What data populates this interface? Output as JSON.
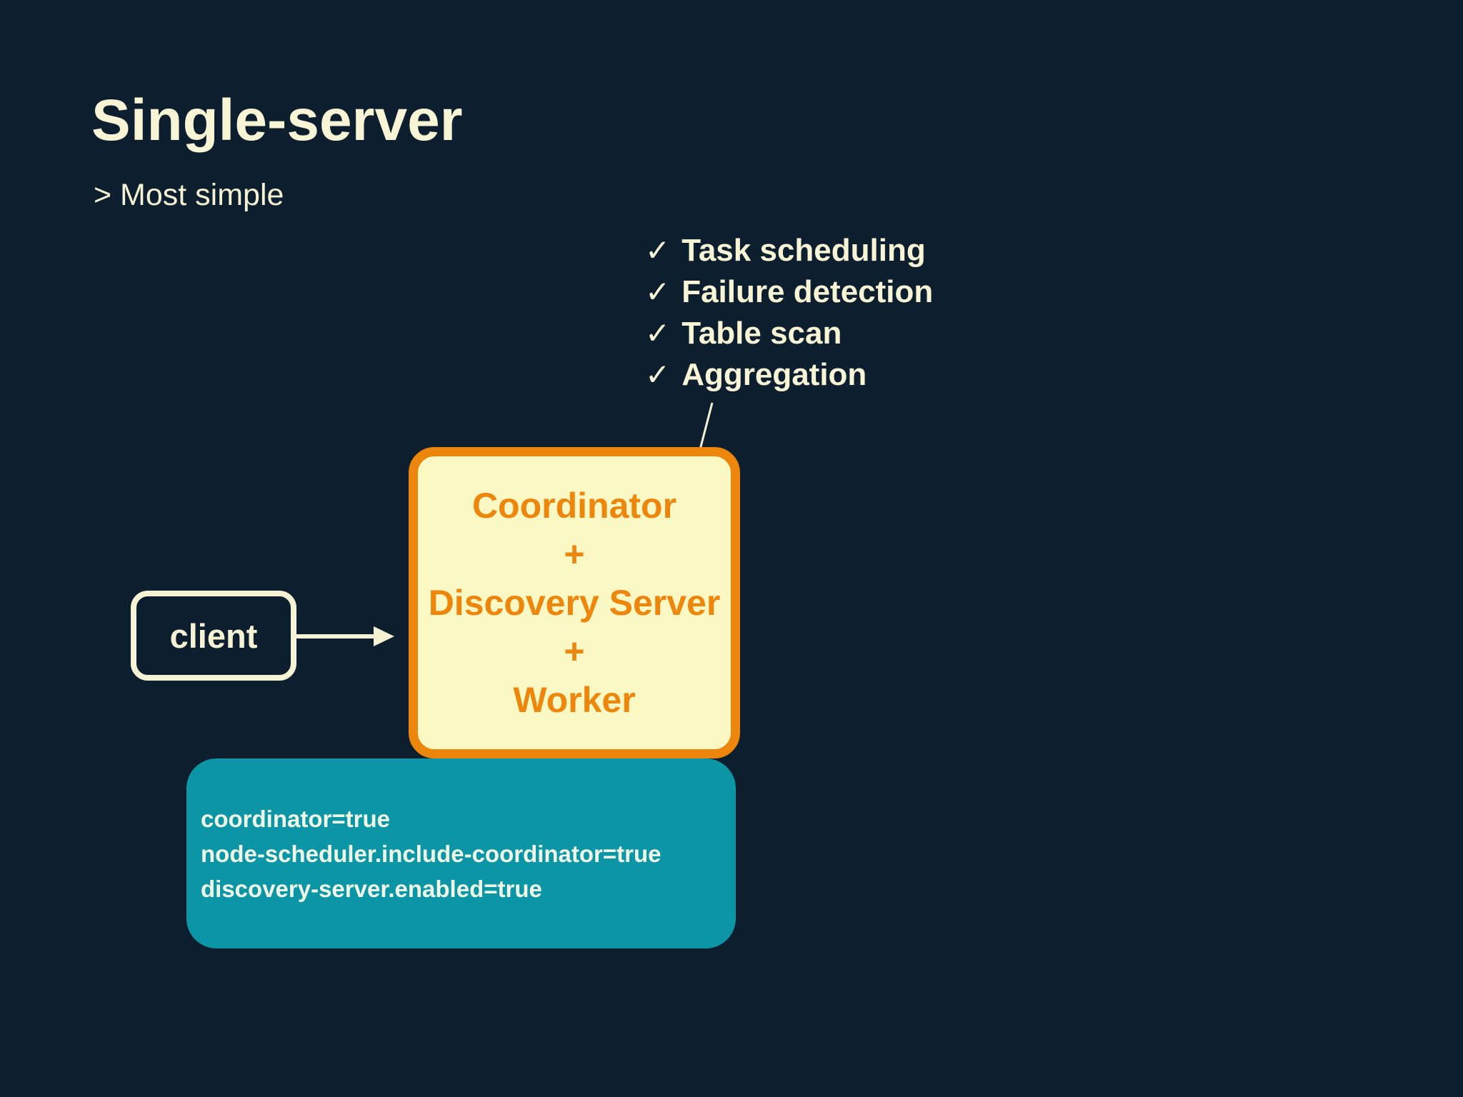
{
  "slide": {
    "title": "Single-server",
    "subtitle": "> Most simple",
    "colors": {
      "background": "#0D1F2E",
      "cream_text": "#F8F5D6",
      "orange_accent": "#EC860D",
      "coordinator_fill": "#FCF8C4",
      "teal_fill": "#0C96A5",
      "teal_text": "#EFF8E7"
    },
    "checklist": {
      "mark": "✓",
      "items": [
        "Task scheduling",
        "Failure detection",
        "Table scan",
        "Aggregation"
      ]
    },
    "client_box": {
      "label": "client"
    },
    "coordinator_box": {
      "lines": [
        "Coordinator",
        "+",
        "Discovery Server",
        "+",
        "Worker"
      ]
    },
    "config_box": {
      "lines": [
        "coordinator=true",
        "node-scheduler.include-coordinator=true",
        "discovery-server.enabled=true"
      ]
    }
  }
}
